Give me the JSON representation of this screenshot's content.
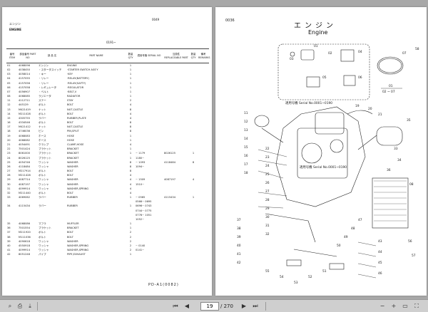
{
  "left_page": {
    "header_jp": "エンジン",
    "header_en": "ENGINE",
    "code": "0049",
    "serial_range": "0191~",
    "footer": "PD-A1(0082)",
    "table": {
      "headers": {
        "item": "番号 ITEM",
        "part_no": "部品番号 PART NO",
        "name_jp": "部 品 名",
        "name_en": "PART NAME",
        "qty": "数量 QTY",
        "serial": "適用号機 SERIAL NO",
        "replaceable": "互換性 REPLACEABLE PART",
        "qty2": "数量 QTY",
        "remarks": "備考 REMARKS"
      },
      "rows": [
        [
          "01",
          "4068096",
          "エンジン",
          "ENGINE",
          "1",
          "",
          "",
          "",
          ""
        ],
        [
          "02",
          "4038450",
          "・スタータスイッチ",
          "·STARTER SWITCH ASS'Y",
          "1",
          "",
          "",
          "",
          ""
        ],
        [
          "03",
          "4058014",
          "・キー",
          "·KEY",
          "1",
          "",
          "",
          "",
          ""
        ],
        [
          "04",
          "4157055",
          "・リレー",
          "·RELAY(BATTERY)",
          "1",
          "",
          "",
          "",
          ""
        ],
        [
          "05",
          "4157056",
          "・リレー",
          "·RELAY(SAFTY)",
          "1",
          "",
          "",
          "",
          ""
        ],
        [
          "06",
          "4157058",
          "・レギュレータ",
          "·REGULATOR",
          "1",
          "",
          "",
          "",
          ""
        ],
        [
          "07",
          "4056907",
          "・ベルト",
          "·BELT,V",
          "1",
          "",
          "",
          "",
          ""
        ],
        [
          "08",
          "4068085",
          "ラジエータ",
          "RADIATOR",
          "1",
          "",
          "",
          "",
          ""
        ],
        [
          "11",
          "4112711",
          "ステー",
          "STAY",
          "2",
          "",
          "",
          "",
          ""
        ],
        [
          "12",
          "445129",
          "ボルト",
          "BOLT",
          "4",
          "",
          "",
          "",
          ""
        ],
        [
          "13",
          "M421419",
          "ナット",
          "NUT,CASTLE",
          "8",
          "",
          "",
          "",
          ""
        ],
        [
          "14",
          "M211028",
          "ボルト",
          "BOLT",
          "4",
          "",
          "",
          "",
          ""
        ],
        [
          "15",
          "4305755",
          "ラバー",
          "RUBBER,PLATE",
          "4",
          "",
          "",
          "",
          ""
        ],
        [
          "16",
          "4334546",
          "ボルト",
          "BOLT",
          "8",
          "",
          "",
          "",
          ""
        ],
        [
          "17",
          "M421412",
          "ナット",
          "NUT,CASTLE",
          "8",
          "",
          "",
          "",
          ""
        ],
        [
          "18",
          "4746036",
          "ピン",
          "PIN,SPLIT",
          "8",
          "",
          "",
          "",
          ""
        ],
        [
          "19",
          "4068083",
          "ホース",
          "HOSE",
          "1",
          "",
          "",
          "",
          ""
        ],
        [
          "20",
          "4068082",
          "ホース",
          "HOSE",
          "1",
          "",
          "",
          "",
          ""
        ],
        [
          "21",
          "4054491",
          "クランプ",
          "CLAMP,HOSE",
          "4",
          "",
          "",
          "",
          ""
        ],
        [
          "22",
          "7501424",
          "ブラケット",
          "BRACKET",
          "1",
          "",
          "",
          "",
          ""
        ],
        [
          "23",
          "8061000",
          "ブラケット",
          "BRACKET",
          "1",
          "~ 1179",
          "8026125",
          "1",
          ""
        ],
        [
          "24",
          "8026125",
          "ブラケット",
          "BRACKET",
          "1",
          "1180~",
          "",
          "",
          ""
        ],
        [
          "25",
          "4054746",
          "ワッシャ",
          "WASHER",
          "8",
          "~ 1093",
          "4118484",
          "8",
          ""
        ],
        [
          "26",
          "4118484",
          "ワッシャ",
          "WASHER",
          "8",
          "1094~",
          "",
          "",
          ""
        ],
        [
          "27",
          "M217914",
          "ボルト",
          "BOLT",
          "8",
          "",
          "",
          "",
          ""
        ],
        [
          "28",
          "M211428",
          "ボルト",
          "BOLT",
          "4",
          "",
          "",
          "",
          ""
        ],
        [
          "29",
          "4087714",
          "ワッシャ",
          "WASHER",
          "4",
          "~ 1509",
          "4087197",
          "4",
          ""
        ],
        [
          "30",
          "4087197",
          "ワッシャ",
          "WASHER",
          "4",
          "1510~",
          "",
          "",
          ""
        ],
        [
          "31",
          "4099914",
          "ワッシャ",
          "WASHER,SPRING",
          "4",
          "",
          "",
          "",
          ""
        ],
        [
          "32",
          "M211440",
          "ボルト",
          "BOLT",
          "4",
          "",
          "",
          "",
          ""
        ],
        [
          "33",
          "4069062",
          "ラバー",
          "RUBBER",
          "1",
          "~ 0565",
          "4115434",
          "1",
          ""
        ],
        [
          "",
          "",
          "",
          "",
          "",
          "0566~ 0695",
          "",
          "",
          ""
        ],
        [
          "34",
          "4115434",
          "ラバー",
          "RUBBER",
          "1",
          "0696~ 0743",
          "",
          "",
          ""
        ],
        [
          "",
          "",
          "",
          "",
          "",
          "0744~ 0775",
          "",
          "",
          ""
        ],
        [
          "",
          "",
          "",
          "",
          "",
          "0776~ 1051",
          "",
          "",
          ""
        ],
        [
          "",
          "",
          "",
          "",
          "",
          "1052~",
          "",
          "",
          ""
        ],
        [
          "35",
          "4068086",
          "マフラ",
          "MUFFLER",
          "1",
          "",
          "",
          "",
          ""
        ],
        [
          "36",
          "7501554",
          "ブラケット",
          "BRACKET",
          "1",
          "",
          "",
          "",
          ""
        ],
        [
          "37",
          "M211920",
          "ボルト",
          "BOLT",
          "2",
          "",
          "",
          "",
          ""
        ],
        [
          "38",
          "M111036",
          "ボルト",
          "BOLT",
          "2",
          "",
          "",
          "",
          ""
        ],
        [
          "39",
          "4090618",
          "ワッシャ",
          "WASHER",
          "2",
          "",
          "",
          "",
          ""
        ],
        [
          "40",
          "4550918",
          "ワッシャ",
          "WASHER,SPRING",
          "2",
          "~ 0140",
          "",
          "",
          ""
        ],
        [
          "41",
          "4099914",
          "ワッシャ",
          "WASHER,SPRING",
          "2",
          "0141~",
          "",
          "",
          ""
        ],
        [
          "42",
          "8051248",
          "パイプ",
          "PIPE,EXHAUST",
          "1",
          "",
          "",
          "",
          ""
        ]
      ]
    }
  },
  "right_page": {
    "code": "0036",
    "title_jp": "エンジン",
    "title_en": "Engine",
    "serial_note_1": "適用号機 Serial No.0001~0190",
    "serial_note_2": "適用号機 Serial No.0001~0190",
    "or_note_top": "01",
    "or_note_bottom": "02 ~ 07",
    "callouts": [
      "01",
      "02",
      "03",
      "04",
      "05",
      "06",
      "07",
      "08",
      "11",
      "12",
      "13",
      "14",
      "15",
      "16",
      "17",
      "18",
      "19",
      "20",
      "21",
      "22",
      "23",
      "24",
      "25",
      "26",
      "27",
      "28",
      "29",
      "30",
      "31",
      "32",
      "33",
      "34",
      "35",
      "36",
      "37",
      "38",
      "39",
      "40",
      "41",
      "42",
      "43",
      "44",
      "45",
      "46",
      "47",
      "48",
      "49",
      "50",
      "51",
      "52",
      "53",
      "54",
      "55",
      "56",
      "57",
      "58"
    ]
  },
  "toolbar": {
    "page_current": "19",
    "page_total": "/ 270",
    "icons": {
      "first": "first-page-icon",
      "prev": "previous-page-icon",
      "next": "next-page-icon",
      "last": "last-page-icon",
      "zoom_out": "zoom-out-icon",
      "zoom_in": "zoom-in-icon",
      "fit": "fit-page-icon",
      "fullscreen": "fullscreen-icon",
      "search": "search-icon",
      "print": "print-icon",
      "download": "download-icon"
    }
  }
}
